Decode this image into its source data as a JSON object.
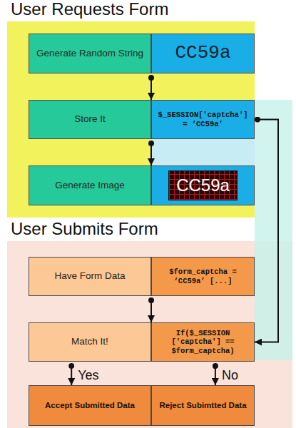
{
  "diagram": {
    "nodes": [
      {
        "text": [
          "User Requests Form"
        ]
      },
      {
        "text": [
          "Generate Random String"
        ],
        "in": 0
      },
      {
        "text": [
          "CC59a"
        ],
        "in": 0
      },
      {
        "text": [
          "Store It"
        ],
        "in": 0
      },
      {
        "text": [
          "$_SESSION['captcha'] = ‘CC59a’"
        ],
        "in": 0
      },
      {
        "text": [
          "Generate Image"
        ],
        "in": 0
      },
      {
        "text": [
          "CC59a"
        ],
        "in": 0
      },
      {
        "text": [
          "User Submits Form"
        ]
      },
      {
        "text": [
          "Have Form Data"
        ],
        "in": 7
      },
      {
        "text": [
          "$form_captcha = ‘CC59a’ [...]"
        ],
        "in": 7
      },
      {
        "text": [
          "Match It!"
        ],
        "in": 7
      },
      {
        "text": [
          "If($_SESSION ['captcha'] == $form_captcha)"
        ],
        "in": 7
      },
      {
        "text": [
          "Accept Submitted Data"
        ],
        "in": 7
      },
      {
        "text": [
          "Reject Subimtted Data"
        ],
        "in": 7
      }
    ],
    "edges": [
      {
        "from": 1,
        "to": 3,
        "arrow": "to"
      },
      {
        "from": 3,
        "to": 5,
        "arrow": "to"
      },
      {
        "from": 4,
        "to": 11,
        "arrow": "to"
      },
      {
        "from": 8,
        "to": 10,
        "arrow": "to"
      },
      {
        "from": 10,
        "to": 12,
        "label": "Yes",
        "arrow": "to"
      },
      {
        "from": 11,
        "to": 13,
        "label": "No",
        "arrow": "to"
      }
    ]
  }
}
